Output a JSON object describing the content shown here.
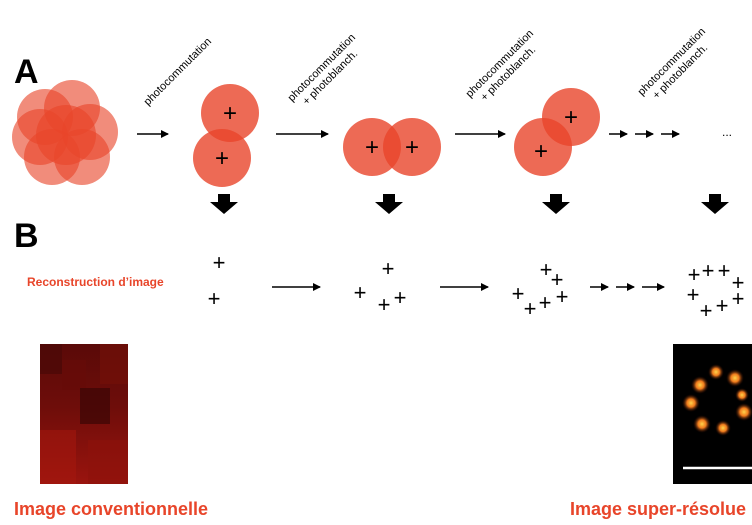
{
  "panel_a": {
    "label": "A",
    "steps": [
      {
        "label_line1": "photocommutation",
        "label_line2": ""
      },
      {
        "label_line1": "photocommutation",
        "label_line2": "+ photoblanch."
      },
      {
        "label_line1": "photocommutation",
        "label_line2": "+ photoblanch."
      },
      {
        "label_line1": "photocommutation",
        "label_line2": "+ photoblanch."
      }
    ],
    "ellipsis": "..."
  },
  "panel_b": {
    "label": "B",
    "reconstruction_label": "Reconstruction d’image"
  },
  "marker_glyph": "+",
  "captions": {
    "conventional": "Image conventionnelle",
    "super_resolved": "Image super-résolue"
  },
  "colors": {
    "emitter_fill": "#e8452a",
    "accent_text": "#e8452a",
    "arrow": "#000000"
  }
}
